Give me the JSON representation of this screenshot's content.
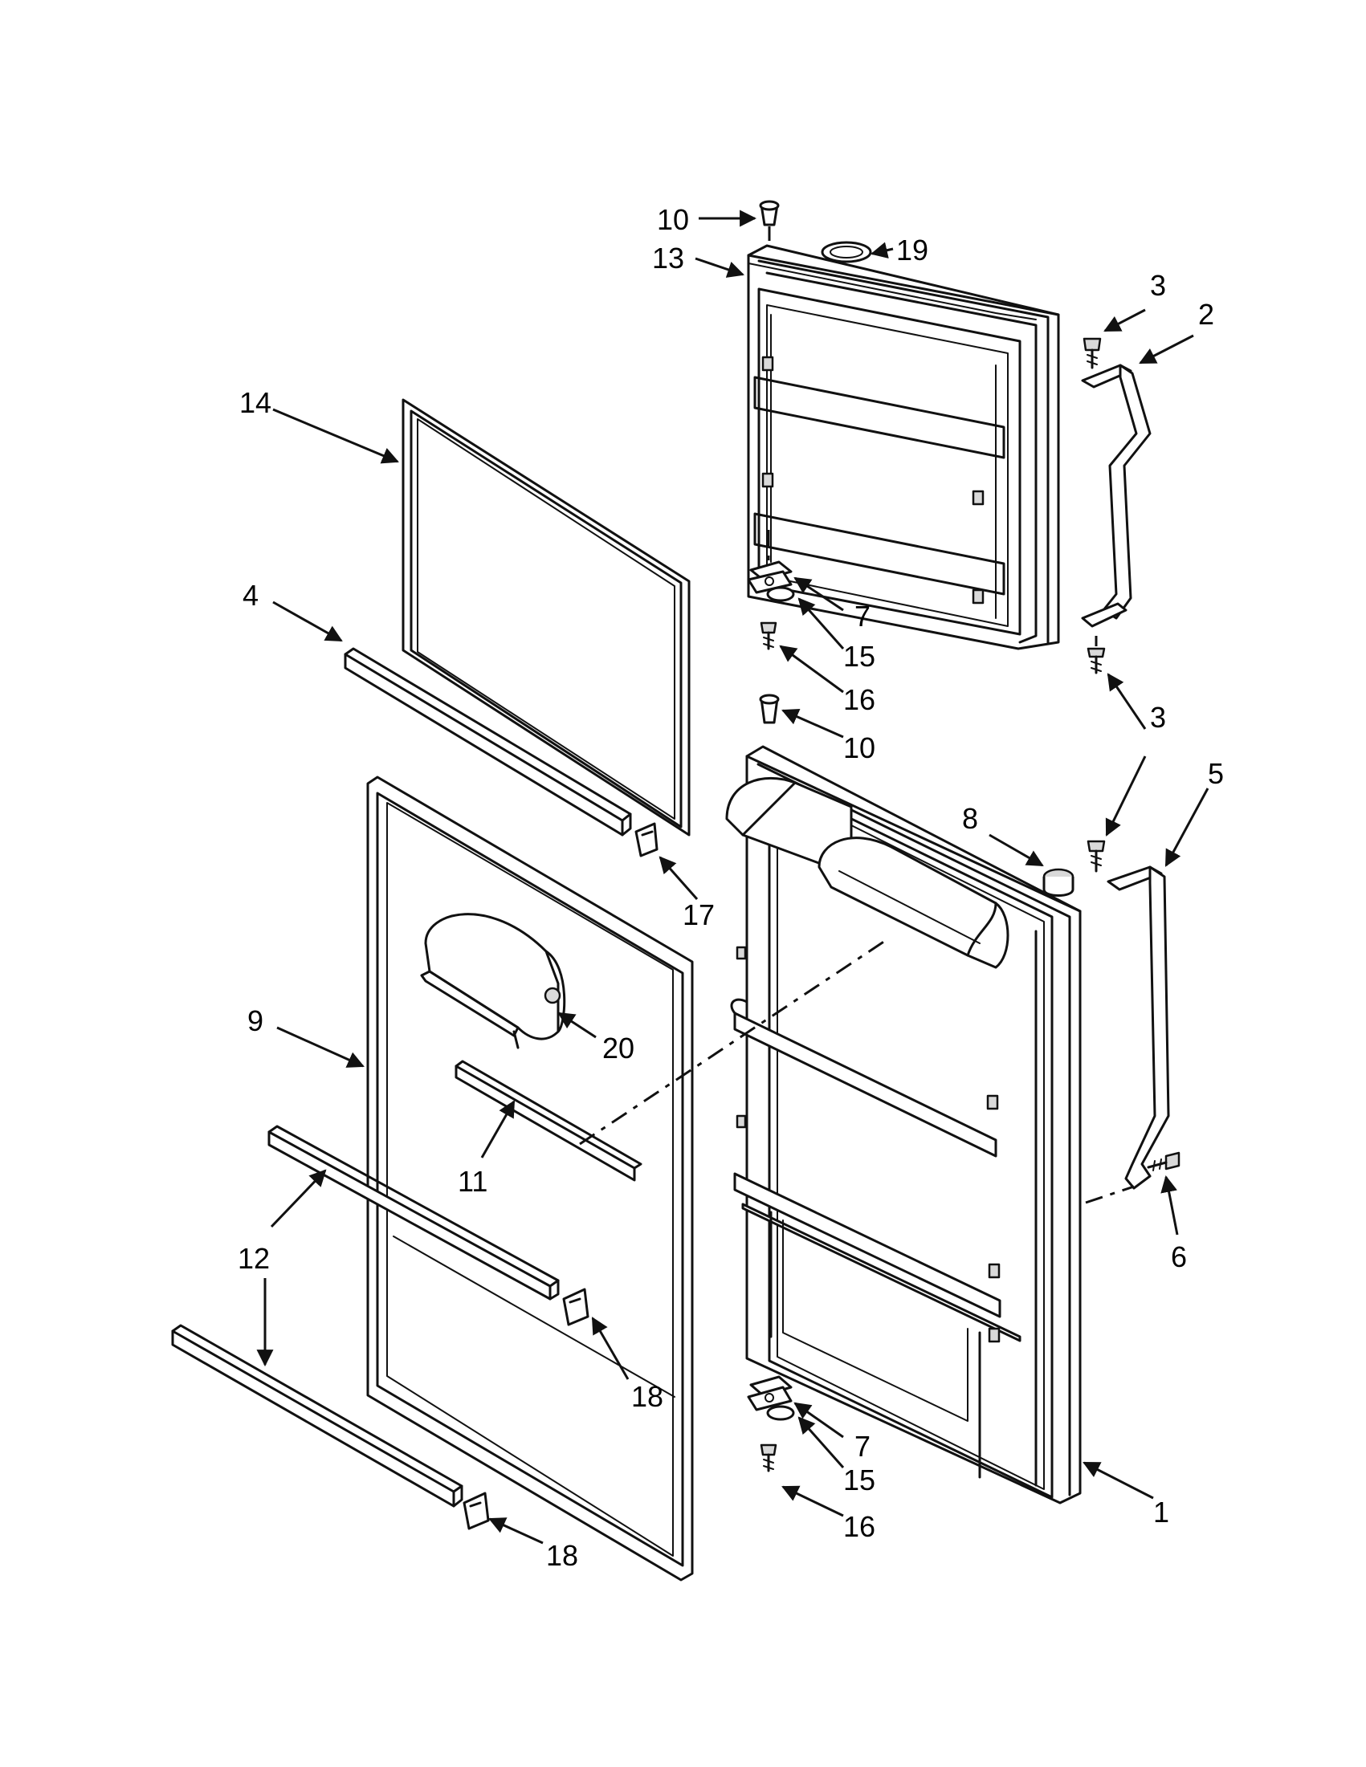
{
  "callouts": [
    {
      "id": "c10a",
      "label": "10"
    },
    {
      "id": "c13",
      "label": "13"
    },
    {
      "id": "c19",
      "label": "19"
    },
    {
      "id": "c3a",
      "label": "3"
    },
    {
      "id": "c2",
      "label": "2"
    },
    {
      "id": "c14",
      "label": "14"
    },
    {
      "id": "c4",
      "label": "4"
    },
    {
      "id": "c7a",
      "label": "7"
    },
    {
      "id": "c15a",
      "label": "15"
    },
    {
      "id": "c16a",
      "label": "16"
    },
    {
      "id": "c10b",
      "label": "10"
    },
    {
      "id": "c3b",
      "label": "3"
    },
    {
      "id": "c3c",
      "label": "3"
    },
    {
      "id": "c5",
      "label": "5"
    },
    {
      "id": "c8",
      "label": "8"
    },
    {
      "id": "c17",
      "label": "17"
    },
    {
      "id": "c9",
      "label": "9"
    },
    {
      "id": "c20",
      "label": "20"
    },
    {
      "id": "c11",
      "label": "11"
    },
    {
      "id": "c12",
      "label": "12"
    },
    {
      "id": "c6",
      "label": "6"
    },
    {
      "id": "c18a",
      "label": "18"
    },
    {
      "id": "c7b",
      "label": "7"
    },
    {
      "id": "c15b",
      "label": "15"
    },
    {
      "id": "c1",
      "label": "1"
    },
    {
      "id": "c16b",
      "label": "16"
    },
    {
      "id": "c18b",
      "label": "18"
    }
  ]
}
